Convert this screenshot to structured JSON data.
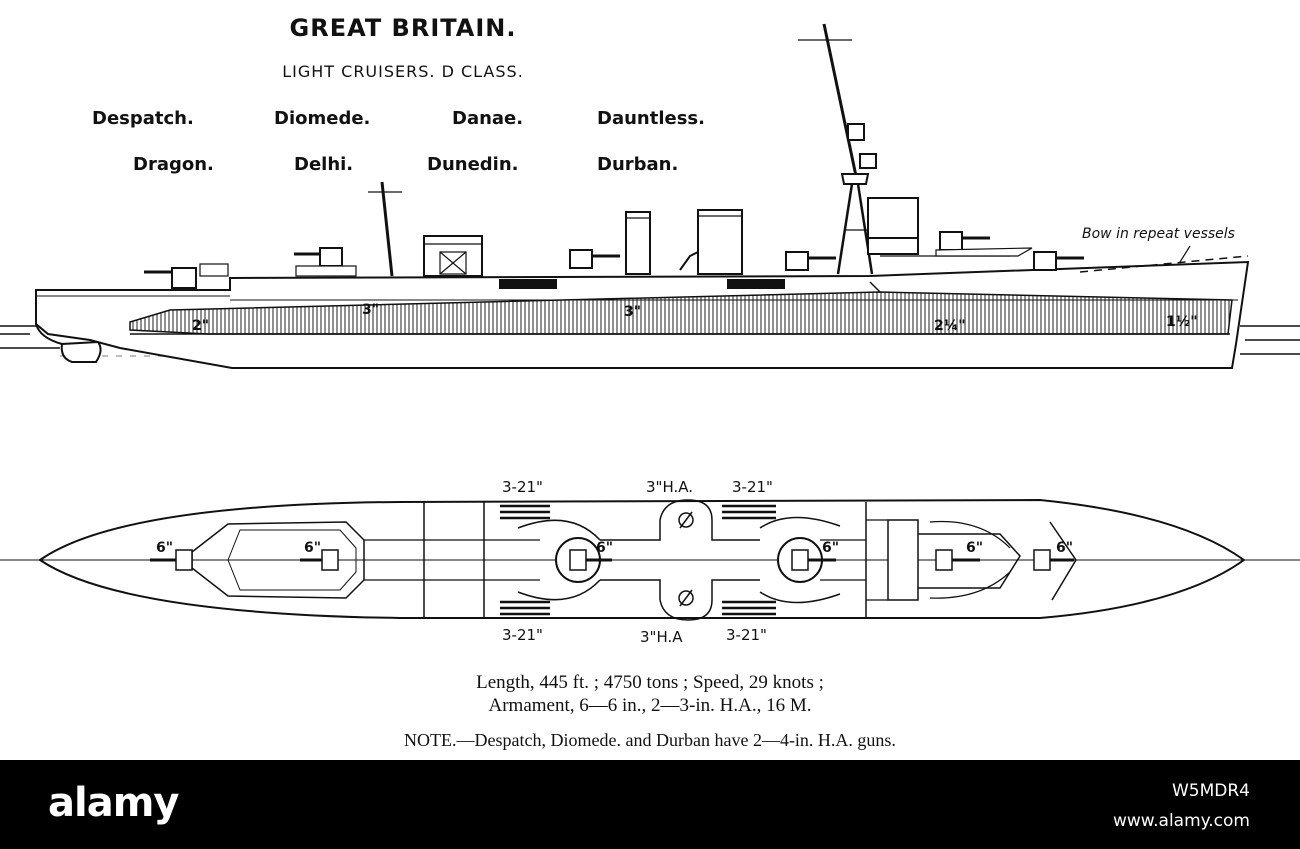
{
  "title": "GREAT BRITAIN.",
  "subtitle": "LIGHT CRUISERS. D CLASS.",
  "ship_names_row1": [
    "Despatch.",
    "Diomede.",
    "Danae.",
    "Dauntless."
  ],
  "ship_names_row2": [
    "Dragon.",
    "Delhi.",
    "Dunedin.",
    "Durban."
  ],
  "profile_annotations": {
    "bow_note": "Bow in repeat vessels",
    "armour_aft": "2\"",
    "armour_mid_1": "3\"",
    "armour_mid_2": "3\"",
    "armour_fwd_1": "2¼\"",
    "armour_fwd_2": "1½\""
  },
  "plan_annotations": {
    "tubes_top_left": "3-21\"",
    "ha_top": "3\"H.A.",
    "tubes_top_right": "3-21\"",
    "tubes_bottom_left": "3-21\"",
    "ha_bottom": "3\"H.A",
    "tubes_bottom_right": "3-21\"",
    "gun_1": "6\"",
    "gun_2": "6\"",
    "gun_3": "6\"",
    "gun_4": "6\"",
    "gun_5": "6\"",
    "gun_6": "6\""
  },
  "specs_line1": "Length, 445 ft. ; 4750 tons ; Speed, 29 knots ;",
  "specs_line2": "Armament, 6—6 in., 2—3-in. H.A., 16 M.",
  "specs_note": "NOTE.—Despatch, Diomede. and Durban have 2—4-in. H.A. guns.",
  "watermark": {
    "logo": "alamy",
    "image_id": "W5MDR4",
    "site": "www.alamy.com"
  }
}
